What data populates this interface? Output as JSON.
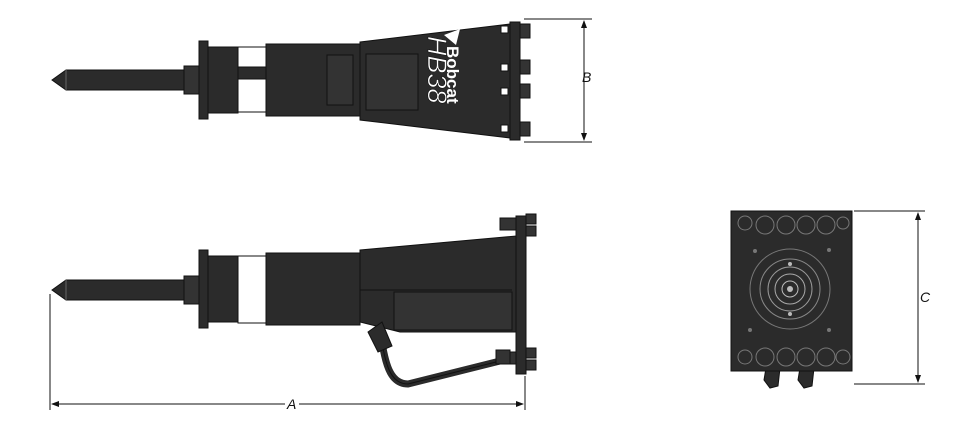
{
  "branding": {
    "brand": "Bobcat",
    "model": "HB38"
  },
  "dimensions": {
    "a_label": "A",
    "b_label": "B",
    "c_label": "C"
  }
}
